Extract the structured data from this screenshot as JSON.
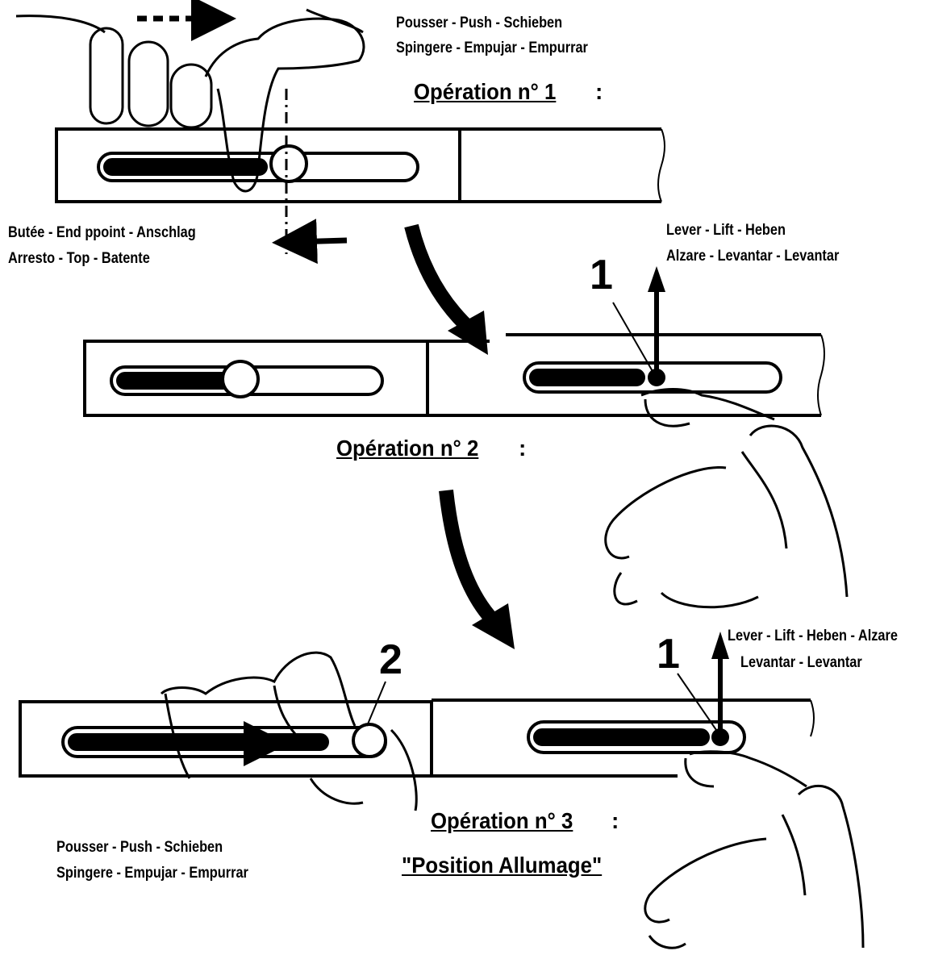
{
  "labels": {
    "push_top_line1": "Pousser - Push - Schieben",
    "push_top_line2": "Spingere - Empujar - Empurrar",
    "stop_line1": "Butée - End ppoint - Anschlag",
    "stop_line2": "Arresto - Top - Batente",
    "lift_mid_line1": "Lever - Lift - Heben",
    "lift_mid_line2": "Alzare - Levantar - Levantar",
    "lift_low_line1": "Lever - Lift - Heben - Alzare",
    "lift_low_line2": "Levantar - Levantar",
    "push_bottom_line1": "Pousser - Push - Schieben",
    "push_bottom_line2": "Spingere - Empujar - Empurrar"
  },
  "operations": {
    "op1": "Opération n° 1",
    "op2": "Opération n° 2",
    "op3": "Opération n° 3",
    "op3_subtitle": "\"Position Allumage\"",
    "colon": ":"
  },
  "markers": {
    "mid_1": "1",
    "low_1": "1",
    "low_2": "2"
  }
}
